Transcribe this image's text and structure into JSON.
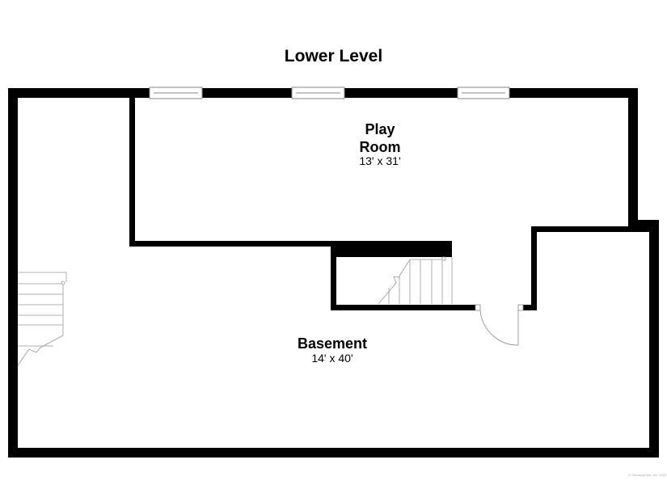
{
  "title": "Lower Level",
  "rooms": [
    {
      "name_line1": "Play",
      "name_line2": "Room",
      "dims": "13' x 31'"
    },
    {
      "name": "Basement",
      "dims": "14' x 40'"
    }
  ],
  "copyright": "© ShowingTime, Inc. 2023"
}
